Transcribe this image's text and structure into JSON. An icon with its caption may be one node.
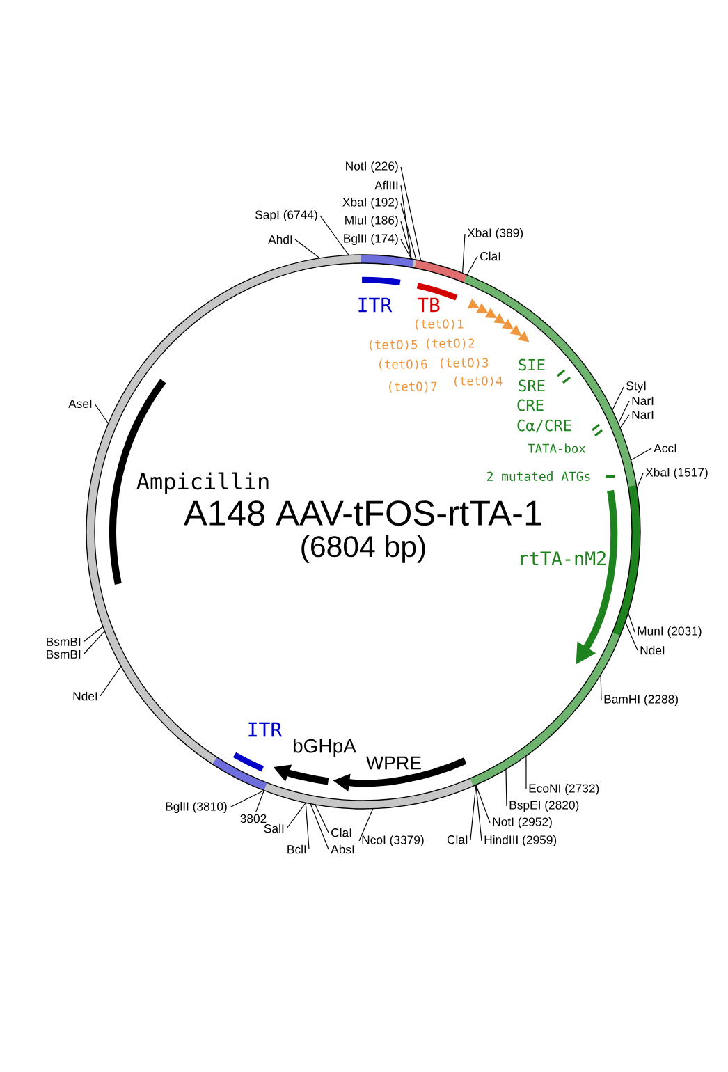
{
  "diagram": {
    "nodes": [
      {
        "text": [
          "A148 AAV-tFOS-rtTA-1",
          "(6804 bp)"
        ]
      },
      {
        "text": [
          "AhdI"
        ]
      },
      {
        "text": [
          "SapI (6744)"
        ]
      },
      {
        "text": [
          "NotI (226)"
        ]
      },
      {
        "text": [
          "AflIII"
        ]
      },
      {
        "text": [
          "XbaI (192)"
        ]
      },
      {
        "text": [
          "MluI (186)"
        ]
      },
      {
        "text": [
          "BglII (174)"
        ]
      },
      {
        "text": [
          "XbaI (389)"
        ]
      },
      {
        "text": [
          "ClaI"
        ]
      },
      {
        "text": [
          "StyI"
        ]
      },
      {
        "text": [
          "NarI"
        ]
      },
      {
        "text": [
          "NarI"
        ]
      },
      {
        "text": [
          "AccI"
        ]
      },
      {
        "text": [
          "XbaI (1517)"
        ]
      },
      {
        "text": [
          "MunI (2031)"
        ]
      },
      {
        "text": [
          "NdeI"
        ]
      },
      {
        "text": [
          "BamHI (2288)"
        ]
      },
      {
        "text": [
          "EcoNI (2732)"
        ]
      },
      {
        "text": [
          "BspEI (2820)"
        ]
      },
      {
        "text": [
          "NotI (2952)"
        ]
      },
      {
        "text": [
          "ClaI"
        ]
      },
      {
        "text": [
          "HindIII (2959)"
        ]
      },
      {
        "text": [
          "NcoI (3379)"
        ]
      },
      {
        "text": [
          "ClaI"
        ]
      },
      {
        "text": [
          "AbsI"
        ]
      },
      {
        "text": [
          "BclI"
        ]
      },
      {
        "text": [
          "SalI"
        ]
      },
      {
        "text": [
          "3802"
        ]
      },
      {
        "text": [
          "BglII (3810)"
        ]
      },
      {
        "text": [
          "NdeI"
        ]
      },
      {
        "text": [
          "BsmBI"
        ]
      },
      {
        "text": [
          "BsmBI"
        ]
      },
      {
        "text": [
          "AseI"
        ]
      }
    ],
    "edges": [
      {
        "from": 1,
        "to": 0,
        "arrow": "none"
      },
      {
        "from": 2,
        "to": 0,
        "arrow": "none"
      },
      {
        "from": 3,
        "to": 0,
        "arrow": "none"
      },
      {
        "from": 4,
        "to": 0,
        "arrow": "none"
      },
      {
        "from": 5,
        "to": 0,
        "arrow": "none"
      },
      {
        "from": 6,
        "to": 0,
        "arrow": "none"
      },
      {
        "from": 7,
        "to": 0,
        "arrow": "none"
      },
      {
        "from": 8,
        "to": 0,
        "arrow": "none"
      },
      {
        "from": 9,
        "to": 0,
        "arrow": "none"
      },
      {
        "from": 10,
        "to": 0,
        "arrow": "none"
      },
      {
        "from": 11,
        "to": 0,
        "arrow": "none"
      },
      {
        "from": 12,
        "to": 0,
        "arrow": "none"
      },
      {
        "from": 13,
        "to": 0,
        "arrow": "none"
      },
      {
        "from": 14,
        "to": 0,
        "arrow": "none"
      },
      {
        "from": 15,
        "to": 0,
        "arrow": "none"
      },
      {
        "from": 16,
        "to": 0,
        "arrow": "none"
      },
      {
        "from": 17,
        "to": 0,
        "arrow": "none"
      },
      {
        "from": 18,
        "to": 0,
        "arrow": "none"
      },
      {
        "from": 19,
        "to": 0,
        "arrow": "none"
      },
      {
        "from": 20,
        "to": 0,
        "arrow": "none"
      },
      {
        "from": 21,
        "to": 0,
        "arrow": "none"
      },
      {
        "from": 22,
        "to": 0,
        "arrow": "none"
      },
      {
        "from": 23,
        "to": 0,
        "arrow": "none"
      },
      {
        "from": 24,
        "to": 0,
        "arrow": "none"
      },
      {
        "from": 25,
        "to": 0,
        "arrow": "none"
      },
      {
        "from": 26,
        "to": 0,
        "arrow": "none"
      },
      {
        "from": 27,
        "to": 0,
        "arrow": "none"
      },
      {
        "from": 28,
        "to": 0,
        "arrow": "none"
      },
      {
        "from": 29,
        "to": 0,
        "arrow": "none"
      },
      {
        "from": 30,
        "to": 0,
        "arrow": "none"
      },
      {
        "from": 31,
        "to": 0,
        "arrow": "none"
      },
      {
        "from": 32,
        "to": 0,
        "arrow": "none"
      },
      {
        "from": 33,
        "to": 0,
        "arrow": "none"
      }
    ],
    "labels": [
      "ITR",
      "TB",
      "(tetO)1",
      "(tetO)5",
      "(tetO)2",
      "(tetO)6",
      "(tetO)3",
      "(tetO)7",
      "(tetO)4",
      "SIE",
      "SRE",
      "CRE",
      "Cα/CRE",
      "TATA-box",
      "2 mutated ATGs",
      "Ampicillin",
      "rtTA-nM2",
      "ITR",
      "bGHpA",
      "WPRE"
    ]
  }
}
